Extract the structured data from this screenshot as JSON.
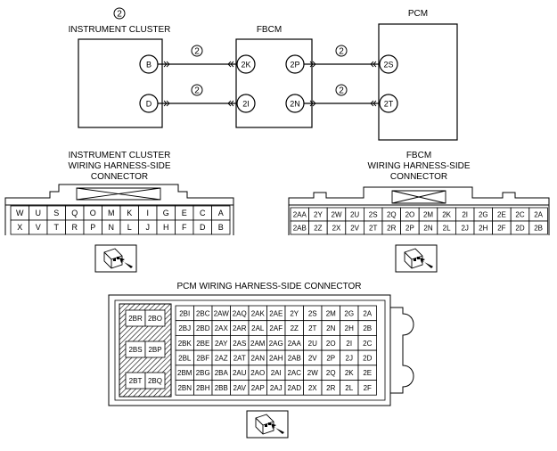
{
  "circled_number": "2",
  "modules": {
    "cluster": {
      "title": "INSTRUMENT CLUSTER",
      "pins": [
        "B",
        "D"
      ]
    },
    "fbcm": {
      "title": "FBCM",
      "left_pins": [
        "2K",
        "2I"
      ],
      "right_pins": [
        "2P",
        "2N"
      ]
    },
    "pcm": {
      "title": "PCM",
      "pins": [
        "2S",
        "2T"
      ]
    }
  },
  "cluster_connector": {
    "title": [
      "INSTRUMENT CLUSTER",
      "WIRING HARNESS-SIDE",
      "CONNECTOR"
    ],
    "rows": [
      [
        "W",
        "U",
        "S",
        "Q",
        "O",
        "M",
        "K",
        "I",
        "G",
        "E",
        "C",
        "A"
      ],
      [
        "X",
        "V",
        "T",
        "R",
        "P",
        "N",
        "L",
        "J",
        "H",
        "F",
        "D",
        "B"
      ]
    ]
  },
  "fbcm_connector": {
    "title": [
      "FBCM",
      "WIRING HARNESS-SIDE",
      "CONNECTOR"
    ],
    "rows": [
      [
        "2AA",
        "2Y",
        "2W",
        "2U",
        "2S",
        "2Q",
        "2O",
        "2M",
        "2K",
        "2I",
        "2G",
        "2E",
        "2C",
        "2A"
      ],
      [
        "2AB",
        "2Z",
        "2X",
        "2V",
        "2T",
        "2R",
        "2P",
        "2N",
        "2L",
        "2J",
        "2H",
        "2F",
        "2D",
        "2B"
      ]
    ]
  },
  "pcm_connector": {
    "title": "PCM WIRING HARNESS-SIDE CONNECTOR",
    "side_pins": [
      "2BR",
      "2BO",
      "2BS",
      "2BP",
      "2BT",
      "2BQ"
    ],
    "rows": [
      [
        "2BI",
        "2BC",
        "2AW",
        "2AQ",
        "2AK",
        "2AE",
        "2Y",
        "2S",
        "2M",
        "2G",
        "2A"
      ],
      [
        "2BJ",
        "2BD",
        "2AX",
        "2AR",
        "2AL",
        "2AF",
        "2Z",
        "2T",
        "2N",
        "2H",
        "2B"
      ],
      [
        "2BK",
        "2BE",
        "2AY",
        "2AS",
        "2AM",
        "2AG",
        "2AA",
        "2U",
        "2O",
        "2I",
        "2C"
      ],
      [
        "2BL",
        "2BF",
        "2AZ",
        "2AT",
        "2AN",
        "2AH",
        "2AB",
        "2V",
        "2P",
        "2J",
        "2D"
      ],
      [
        "2BM",
        "2BG",
        "2BA",
        "2AU",
        "2AO",
        "2AI",
        "2AC",
        "2W",
        "2Q",
        "2K",
        "2E"
      ],
      [
        "2BN",
        "2BH",
        "2BB",
        "2AV",
        "2AP",
        "2AJ",
        "2AD",
        "2X",
        "2R",
        "2L",
        "2F"
      ]
    ]
  }
}
